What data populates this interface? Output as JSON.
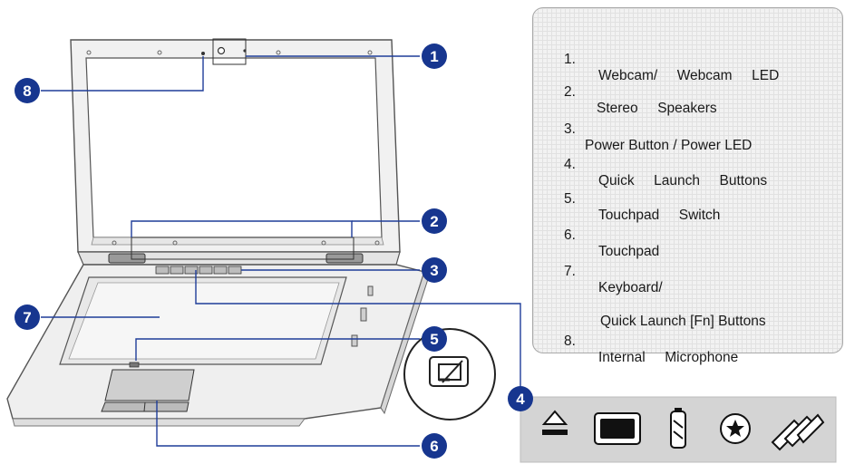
{
  "legend": {
    "items": [
      {
        "num": "1.",
        "text": "Webcam/     Webcam     LED"
      },
      {
        "num": "2.",
        "text": "Stereo     Speakers"
      },
      {
        "num": "3.",
        "text": "Power Button / Power LED"
      },
      {
        "num": "4.",
        "text": "Quick     Launch     Buttons"
      },
      {
        "num": "5.",
        "text": "Touchpad     Switch"
      },
      {
        "num": "6.",
        "text": "Touchpad"
      },
      {
        "num": "7.",
        "text": "Keyboard/"
      },
      {
        "num": "",
        "text": "Quick Launch [Fn] Buttons"
      },
      {
        "num": "8.",
        "text": "Internal     Microphone"
      }
    ]
  },
  "callouts": [
    "1",
    "2",
    "3",
    "4",
    "5",
    "6",
    "7",
    "8"
  ],
  "quick_launch_icons": [
    "eject-icon",
    "display-icon",
    "battery-icon",
    "star-icon",
    "wireless-icon"
  ],
  "touchpad_switch_icon": "touchpad-disable-icon",
  "colors": {
    "callout": "#17368f",
    "line": "#1f3d99"
  }
}
